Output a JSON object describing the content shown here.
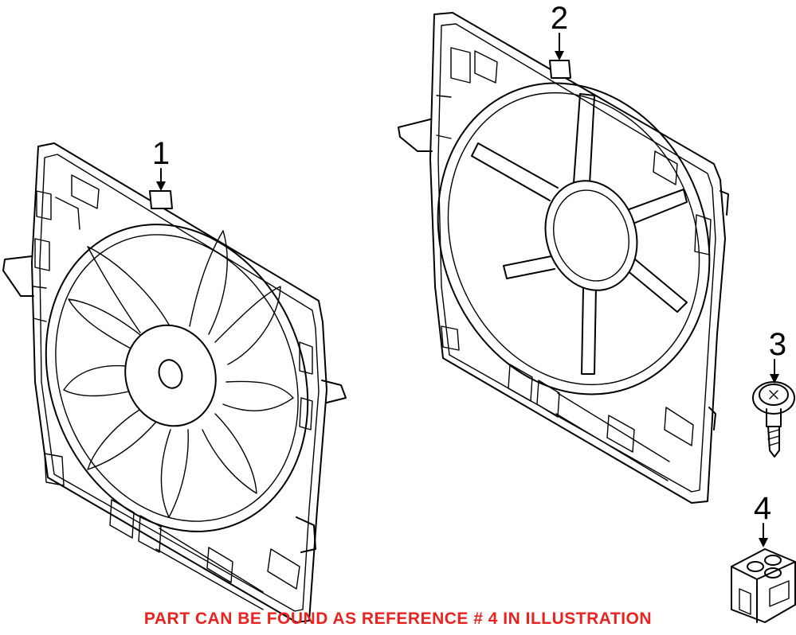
{
  "callouts": [
    {
      "id": "1",
      "label": "1"
    },
    {
      "id": "2",
      "label": "2"
    },
    {
      "id": "3",
      "label": "3"
    },
    {
      "id": "4",
      "label": "4"
    }
  ],
  "note": {
    "text": "PART CAN BE FOUND AS REFERENCE # 4 IN ILLUSTRATION",
    "color": "#e8231f"
  },
  "parts": [
    {
      "ref": "1",
      "icon": "fan-assembly-icon"
    },
    {
      "ref": "2",
      "icon": "fan-shroud-icon"
    },
    {
      "ref": "3",
      "icon": "screw-icon"
    },
    {
      "ref": "4",
      "icon": "mount-bushing-icon"
    }
  ]
}
